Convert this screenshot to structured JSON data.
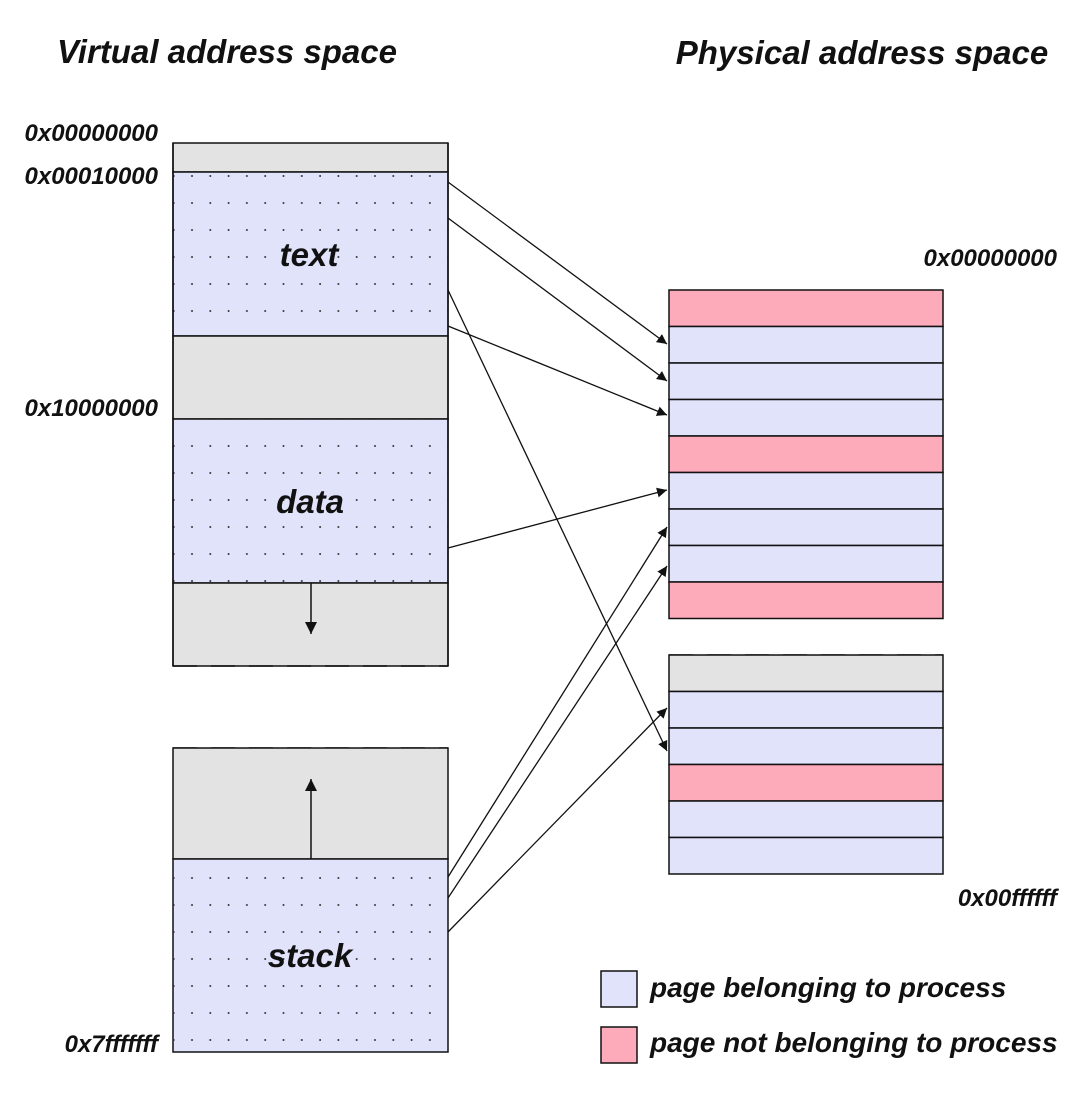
{
  "virtual": {
    "title": "Virtual address space",
    "addresses": [
      "0x00000000",
      "0x00010000",
      "0x10000000",
      "0x7fffffff"
    ],
    "segments": [
      "text",
      "data",
      "stack"
    ]
  },
  "physical": {
    "title": "Physical address space",
    "start_address": "0x00000000",
    "end_address": "0x00ffffff",
    "frames": [
      "not-owned",
      "owned",
      "owned",
      "owned",
      "not-owned",
      "owned",
      "owned",
      "owned",
      "not-owned",
      "gap",
      "unused",
      "owned",
      "owned",
      "not-owned",
      "owned",
      "owned"
    ]
  },
  "legend": {
    "owned_label": "page belonging to process",
    "not_owned_label": "page not belonging to process"
  },
  "colors": {
    "owned": "#e1e3fb",
    "not_owned": "#fdaabb",
    "unused": "#e3e3e3",
    "stroke": "#111111"
  }
}
